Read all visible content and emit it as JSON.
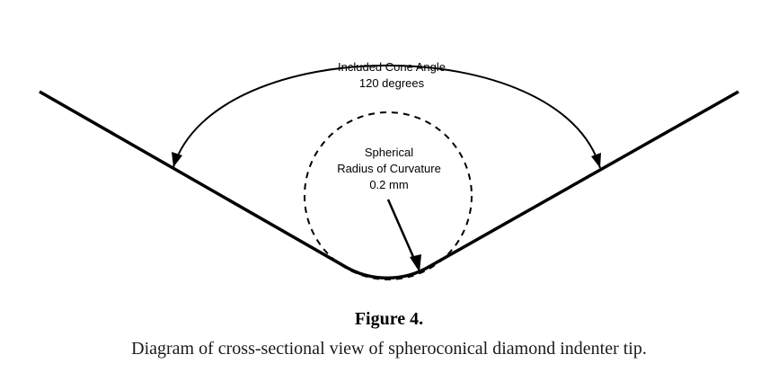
{
  "diagram": {
    "cone_angle_label": "Included Cone Angle",
    "cone_angle_value": "120 degrees",
    "radius_label_line1": "Spherical",
    "radius_label_line2": "Radius of Curvature",
    "radius_value": "0.2 mm"
  },
  "figure": {
    "title": "Figure 4.",
    "caption": "Diagram of cross-sectional view of spheroconical diamond indenter tip."
  }
}
